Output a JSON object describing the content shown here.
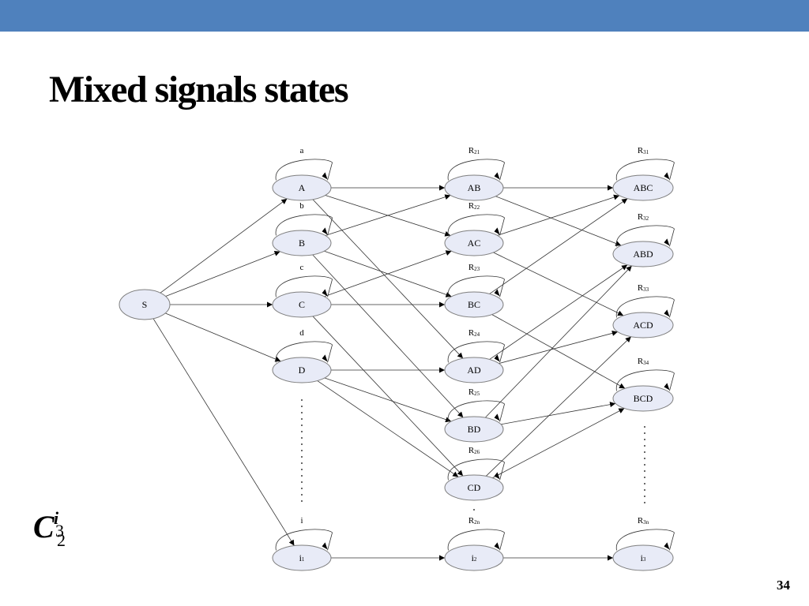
{
  "slide": {
    "title": "Mixed signals states",
    "page_number": "34",
    "formula": {
      "base": "C",
      "superscript": "i",
      "subscript": "2",
      "overlap_subscript": "3"
    },
    "accent_color": "#4f81bd"
  },
  "diagram": {
    "nodes": [
      {
        "id": "S",
        "label": "S"
      },
      {
        "id": "A",
        "label": "A"
      },
      {
        "id": "B",
        "label": "B"
      },
      {
        "id": "C",
        "label": "C"
      },
      {
        "id": "D",
        "label": "D"
      },
      {
        "id": "i1",
        "label": "i",
        "sub": "1"
      },
      {
        "id": "AB",
        "label": "AB"
      },
      {
        "id": "AC",
        "label": "AC"
      },
      {
        "id": "BC",
        "label": "BC"
      },
      {
        "id": "AD",
        "label": "AD"
      },
      {
        "id": "BD",
        "label": "BD"
      },
      {
        "id": "CD",
        "label": "CD"
      },
      {
        "id": "i2",
        "label": "i",
        "sub": "2"
      },
      {
        "id": "ABC",
        "label": "ABC"
      },
      {
        "id": "ABD",
        "label": "ABD"
      },
      {
        "id": "ACD",
        "label": "ACD"
      },
      {
        "id": "BCD",
        "label": "BCD"
      },
      {
        "id": "i3",
        "label": "i",
        "sub": "3"
      }
    ],
    "loops": [
      {
        "node": "A",
        "label": "a"
      },
      {
        "node": "B",
        "label": "b"
      },
      {
        "node": "C",
        "label": "c"
      },
      {
        "node": "D",
        "label": "d"
      },
      {
        "node": "i1",
        "label": "i"
      },
      {
        "node": "AB",
        "label": "R",
        "sub": "21"
      },
      {
        "node": "AC",
        "label": "R",
        "sub": "22"
      },
      {
        "node": "BC",
        "label": "R",
        "sub": "23"
      },
      {
        "node": "AD",
        "label": "R",
        "sub": "24"
      },
      {
        "node": "BD",
        "label": "R",
        "sub": "25"
      },
      {
        "node": "CD",
        "label": "R",
        "sub": "26"
      },
      {
        "node": "i2",
        "label": "R",
        "sub": "2n"
      },
      {
        "node": "ABC",
        "label": "R",
        "sub": "31"
      },
      {
        "node": "ABD",
        "label": "R",
        "sub": "32"
      },
      {
        "node": "ACD",
        "label": "R",
        "sub": "33"
      },
      {
        "node": "BCD",
        "label": "R",
        "sub": "34"
      },
      {
        "node": "i3",
        "label": "R",
        "sub": "3n"
      }
    ],
    "edges": [
      [
        "S",
        "A"
      ],
      [
        "S",
        "B"
      ],
      [
        "S",
        "C"
      ],
      [
        "S",
        "D"
      ],
      [
        "S",
        "i1"
      ],
      [
        "A",
        "AB"
      ],
      [
        "A",
        "AC"
      ],
      [
        "A",
        "AD"
      ],
      [
        "B",
        "AB"
      ],
      [
        "B",
        "BC"
      ],
      [
        "B",
        "BD"
      ],
      [
        "C",
        "AC"
      ],
      [
        "C",
        "BC"
      ],
      [
        "C",
        "CD"
      ],
      [
        "D",
        "AD"
      ],
      [
        "D",
        "BD"
      ],
      [
        "D",
        "CD"
      ],
      [
        "i1",
        "i2"
      ],
      [
        "AB",
        "ABC"
      ],
      [
        "AB",
        "ABD"
      ],
      [
        "AC",
        "ABC"
      ],
      [
        "AC",
        "ACD"
      ],
      [
        "BC",
        "ABC"
      ],
      [
        "BC",
        "BCD"
      ],
      [
        "AD",
        "ABD"
      ],
      [
        "AD",
        "ACD"
      ],
      [
        "BD",
        "ABD"
      ],
      [
        "BD",
        "BCD"
      ],
      [
        "CD",
        "ACD"
      ],
      [
        "CD",
        "BCD"
      ],
      [
        "i2",
        "i3"
      ]
    ]
  }
}
